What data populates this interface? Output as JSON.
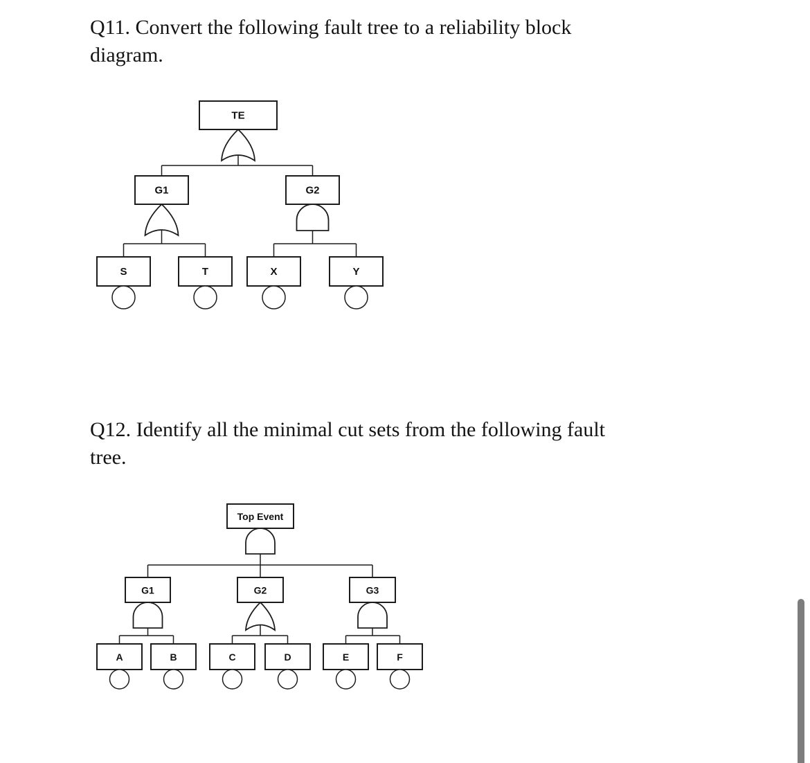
{
  "q11": {
    "heading_line1": "Q11. Convert the following fault tree to a reliability block",
    "heading_line2": "diagram."
  },
  "q12": {
    "heading_line1": "Q12. Identify all the minimal cut sets from the following fault",
    "heading_line2": "tree."
  },
  "tree1": {
    "top_event_label": "TE",
    "top_gate_type": "OR",
    "g1_label": "G1",
    "g1_gate_type": "OR",
    "g2_label": "G2",
    "g2_gate_type": "AND",
    "event_s": "S",
    "event_t": "T",
    "event_x": "X",
    "event_y": "Y"
  },
  "tree2": {
    "top_event_label": "Top Event",
    "top_gate_type": "AND",
    "g1_label": "G1",
    "g1_gate_type": "AND",
    "g2_label": "G2",
    "g2_gate_type": "OR",
    "g3_label": "G3",
    "g3_gate_type": "AND",
    "event_a": "A",
    "event_b": "B",
    "event_c": "C",
    "event_d": "D",
    "event_e": "E",
    "event_f": "F"
  },
  "scrollbar": {
    "color": "#7d7d7d"
  }
}
